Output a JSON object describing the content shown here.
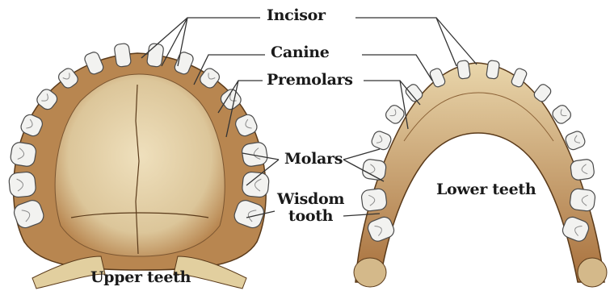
{
  "labels": {
    "incisor": "Incisor",
    "canine": "Canine",
    "premolars": "Premolars",
    "molars": "Molars",
    "wisdom_tooth_line1": "Wisdom",
    "wisdom_tooth_line2": "tooth",
    "lower_teeth": "Lower teeth",
    "upper_teeth": "Upper teeth"
  },
  "colors": {
    "bone": "#e8d7b0",
    "bone_shadow": "#b88650",
    "tooth": "#f2f2f0",
    "tooth_outline": "#4a4a4a",
    "leader_line": "#333333"
  }
}
